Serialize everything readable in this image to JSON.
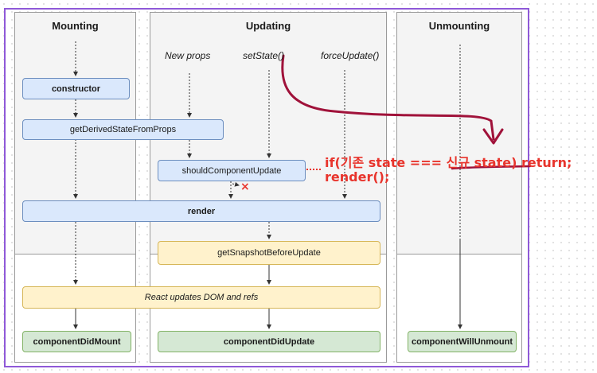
{
  "phases": {
    "mounting": {
      "title": "Mounting"
    },
    "updating": {
      "title": "Updating"
    },
    "unmounting": {
      "title": "Unmounting"
    }
  },
  "triggers": {
    "new_props": "New props",
    "set_state": "setState()",
    "force_update": "forceUpdate()"
  },
  "methods": {
    "constructor": "constructor",
    "get_derived_state_from_props": "getDerivedStateFromProps",
    "should_component_update": "shouldComponentUpdate",
    "render": "render",
    "get_snapshot_before_update": "getSnapshotBeforeUpdate",
    "react_updates_dom": "React updates DOM and refs",
    "component_did_mount": "componentDidMount",
    "component_did_update": "componentDidUpdate",
    "component_will_unmount": "componentWillUnmount"
  },
  "annotation": {
    "line1": "if(기존 state === 신규 state) return;",
    "line2": "render();",
    "cancel_mark": "×"
  },
  "colors": {
    "annotation_red": "#e8342c",
    "curve_stroke": "#a0123a",
    "frame_purple": "#8f59d8",
    "blue_fill": "#dae8fc",
    "yellow_fill": "#fff2cc",
    "green_fill": "#d5e8d4"
  }
}
